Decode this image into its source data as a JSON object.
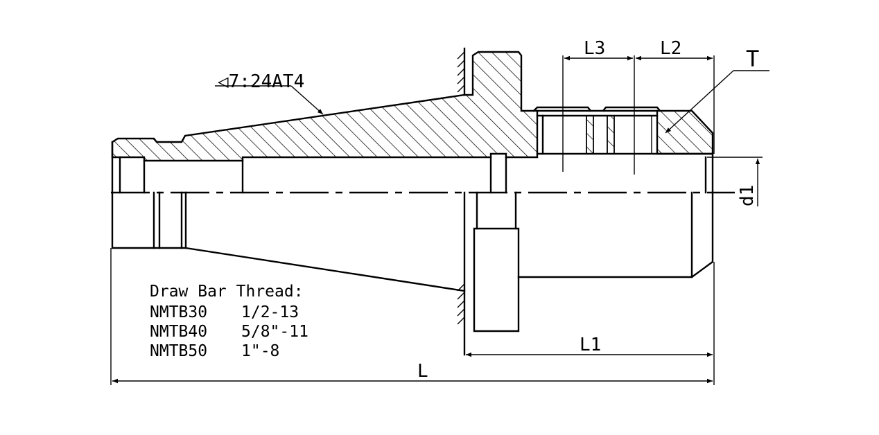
{
  "taper_note": "◁7:24AT4",
  "dimensions": {
    "L": "L",
    "L1": "L1",
    "L2": "L2",
    "L3": "L3",
    "T": "T",
    "d1": "d1"
  },
  "draw_bar_thread": {
    "heading": "Draw Bar Thread:",
    "rows": [
      {
        "model": "NMTB30",
        "thread": "1/2-13"
      },
      {
        "model": "NMTB40",
        "thread": "5/8\"-11"
      },
      {
        "model": "NMTB50",
        "thread": "1\"-8"
      }
    ]
  }
}
